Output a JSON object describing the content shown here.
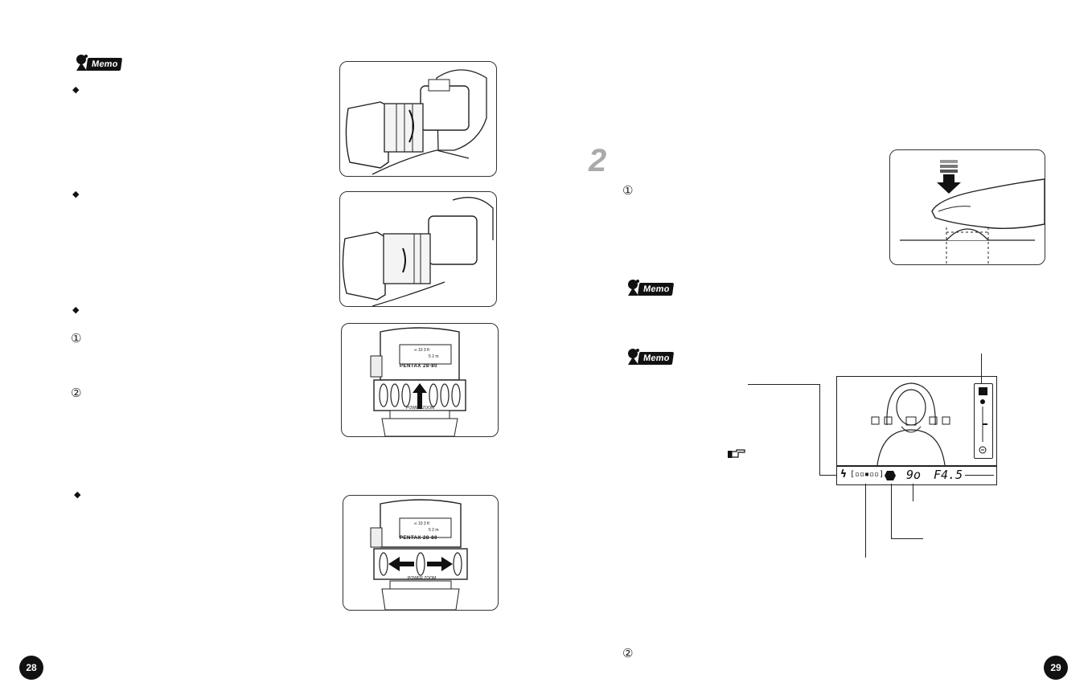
{
  "pages": {
    "left_number": "28",
    "right_number": "29"
  },
  "memo_label": "Memo",
  "bullets": {
    "diamond": "◆"
  },
  "steps": {
    "one": "①",
    "two": "②"
  },
  "section_number": "2",
  "reference_icon": "pointing-hand-icon",
  "lens_labels": {
    "brand_model": "PENTAX 28-80",
    "power_zoom": "POWER ZOOM",
    "distance_top": "∞ 10  3 ft",
    "distance_bottom": "5  2 m"
  },
  "viewfinder": {
    "flash_symbol": "ϟ",
    "focus_frame": "[▫▫▪▫▫]",
    "shutter": "9o",
    "aperture": "F4.5"
  },
  "colors": {
    "ink": "#111111",
    "frame": "#333333",
    "section_number": "#aaaaaa"
  }
}
